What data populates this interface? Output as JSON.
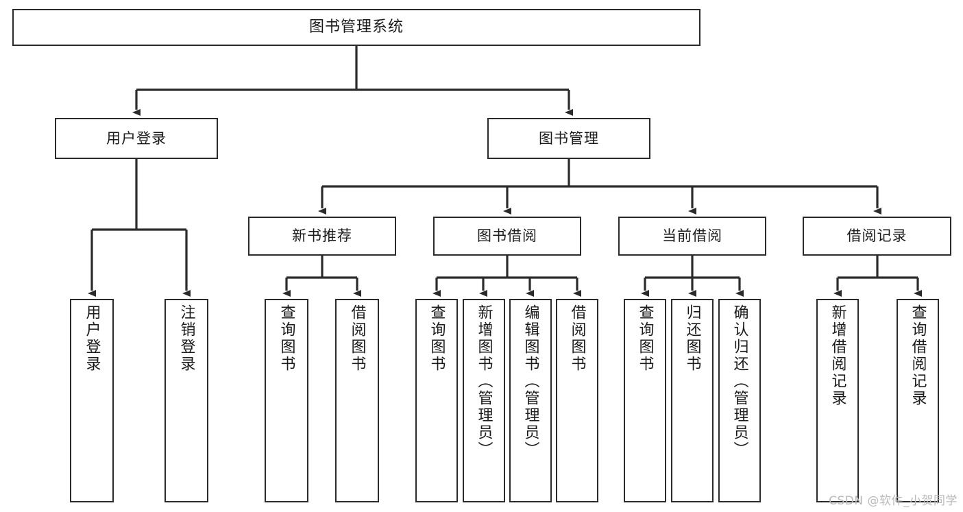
{
  "diagram": {
    "title": "图书管理系统",
    "watermark": "CSDN @软件_小贺同学",
    "colors": {
      "stroke": "#2b2b2b",
      "fill": "#ffffff",
      "text": "#1b1b1b",
      "watermark": "#b9b9b9"
    },
    "levels": {
      "root": "图书管理系统",
      "level2": [
        "用户登录",
        "图书管理"
      ],
      "level3": [
        "新书推荐",
        "图书借阅",
        "当前借阅",
        "借阅记录"
      ]
    },
    "nodes": {
      "root": {
        "label": "图书管理系统"
      },
      "user_login": {
        "label": "用户登录"
      },
      "book_manage": {
        "label": "图书管理"
      },
      "new_book_rec": {
        "label": "新书推荐"
      },
      "book_borrow": {
        "label": "图书借阅"
      },
      "current_borrow": {
        "label": "当前借阅"
      },
      "borrow_record": {
        "label": "借阅记录"
      },
      "leaf_user_login": {
        "label": "用户登录"
      },
      "leaf_user_logout": {
        "label": "注销登录"
      },
      "leaf_rec_query": {
        "label": "查询图书"
      },
      "leaf_rec_borrow": {
        "label": "借阅图书"
      },
      "leaf_borrow_query": {
        "label": "查询图书"
      },
      "leaf_borrow_add": {
        "label": "新增图书（管理员）"
      },
      "leaf_borrow_edit": {
        "label": "编辑图书（管理员）"
      },
      "leaf_borrow_borrow": {
        "label": "借阅图书"
      },
      "leaf_cur_query": {
        "label": "查询图书"
      },
      "leaf_cur_return": {
        "label": "归还图书"
      },
      "leaf_cur_confirm": {
        "label": "确认归还（管理员）"
      },
      "leaf_rec_add": {
        "label": "新增借阅记录"
      },
      "leaf_rec_search": {
        "label": "查询借阅记录"
      }
    },
    "edges": [
      {
        "from": "root",
        "to": "user_login"
      },
      {
        "from": "root",
        "to": "book_manage"
      },
      {
        "from": "user_login",
        "to": "leaf_user_login"
      },
      {
        "from": "user_login",
        "to": "leaf_user_logout"
      },
      {
        "from": "book_manage",
        "to": "new_book_rec"
      },
      {
        "from": "book_manage",
        "to": "book_borrow"
      },
      {
        "from": "book_manage",
        "to": "current_borrow"
      },
      {
        "from": "book_manage",
        "to": "borrow_record"
      },
      {
        "from": "new_book_rec",
        "to": "leaf_rec_query"
      },
      {
        "from": "new_book_rec",
        "to": "leaf_rec_borrow"
      },
      {
        "from": "book_borrow",
        "to": "leaf_borrow_query"
      },
      {
        "from": "book_borrow",
        "to": "leaf_borrow_add"
      },
      {
        "from": "book_borrow",
        "to": "leaf_borrow_edit"
      },
      {
        "from": "book_borrow",
        "to": "leaf_borrow_borrow"
      },
      {
        "from": "current_borrow",
        "to": "leaf_cur_query"
      },
      {
        "from": "current_borrow",
        "to": "leaf_cur_return"
      },
      {
        "from": "current_borrow",
        "to": "leaf_cur_confirm"
      },
      {
        "from": "borrow_record",
        "to": "leaf_rec_add"
      },
      {
        "from": "borrow_record",
        "to": "leaf_rec_search"
      }
    ]
  }
}
